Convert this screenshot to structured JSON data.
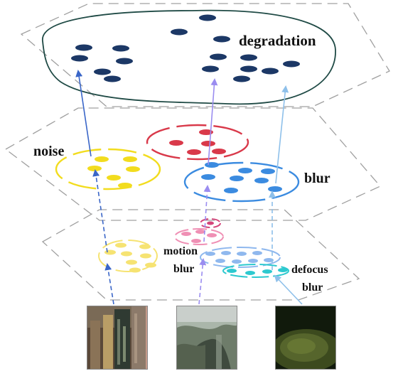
{
  "labels": {
    "degradation": "degradation",
    "noise": "noise",
    "blur": "blur",
    "motion_line1": "motion",
    "motion_line2": "blur",
    "defocus_line1": "defocus",
    "defocus_line2": "blur"
  },
  "colors": {
    "navy": "#1c3866",
    "yellow": "#f2dc1e",
    "red": "#d9394a",
    "blue": "#3b8be0",
    "pink": "#ef8fb4",
    "light_blue": "#8fb8ee",
    "cyan": "#2dc9cf",
    "pale_yellow": "#f6e372",
    "plane_border": "#9a9a9a"
  },
  "images": [
    {
      "name": "noise-photo-thumbnail",
      "kind": "noise"
    },
    {
      "name": "motion-blur-photo-thumbnail",
      "kind": "motion blur"
    },
    {
      "name": "defocus-blur-photo-thumbnail",
      "kind": "defocus blur"
    }
  ]
}
